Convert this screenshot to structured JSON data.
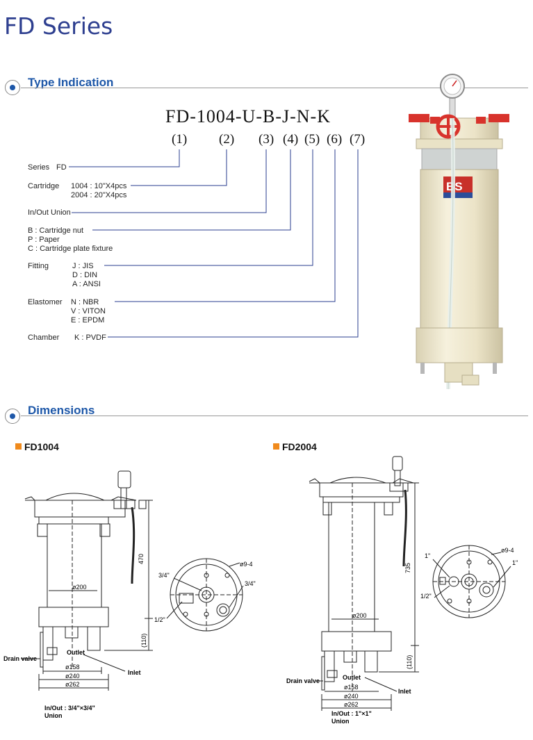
{
  "page": {
    "title": "FD Series"
  },
  "type_indication": {
    "heading": "Type Indication",
    "model_code": "FD-1004-U-B-J-N-K",
    "positions": [
      "(1)",
      "(2)",
      "(3)",
      "(4)",
      "(5)",
      "(6)",
      "(7)"
    ],
    "rows": {
      "series": {
        "label": "Series",
        "value": "FD"
      },
      "cartridge": {
        "label": "Cartridge",
        "line1": "1004 : 10\"X4pcs",
        "line2": "2004 : 20\"X4pcs"
      },
      "union": {
        "label": "In/Out Union"
      },
      "nut": {
        "line1": "B : Cartridge nut",
        "line2": "P : Paper",
        "line3": "C : Cartridge plate fixture"
      },
      "fitting": {
        "label": "Fitting",
        "line1": "J : JIS",
        "line2": "D : DIN",
        "line3": "A : ANSI"
      },
      "elastomer": {
        "label": "Elastomer",
        "line1": "N : NBR",
        "line2": "V : VITON",
        "line3": "E : EPDM"
      },
      "chamber": {
        "label": "Chamber",
        "value": "K : PVDF"
      }
    }
  },
  "dimensions": {
    "heading": "Dimensions",
    "fd1004": {
      "title": "FD1004",
      "height": "470",
      "bottom": "(110)",
      "dia_body": "ø200",
      "dia_158": "ø158",
      "dia_240": "ø240",
      "dia_262": "ø262",
      "outlet": "Outlet",
      "inlet": "Inlet",
      "drain": "Drain valve",
      "inout_line1": "In/Out : 3/4\"×3/4\"",
      "inout_line2": "Union",
      "top_holes": "ø9-4",
      "port_a": "3/4\"",
      "port_b": "3/4\"",
      "port_c": "1/2\""
    },
    "fd2004": {
      "title": "FD2004",
      "height": "735",
      "bottom": "(110)",
      "dia_body": "ø200",
      "dia_158": "ø158",
      "dia_240": "ø240",
      "dia_262": "ø262",
      "outlet": "Outlet",
      "inlet": "Inlet",
      "drain": "Drain valve",
      "inout_line1": "In/Out : 1\"×1\"",
      "inout_line2": "Union",
      "top_holes": "ø9-4",
      "port_a": "1\"",
      "port_b": "1\"",
      "port_c": "1/2\""
    }
  },
  "colors": {
    "title": "#2d3e8f",
    "heading": "#1d57a8",
    "accent": "#f08a1c",
    "housing": "#ece5cc",
    "valve": "#d8332c"
  }
}
